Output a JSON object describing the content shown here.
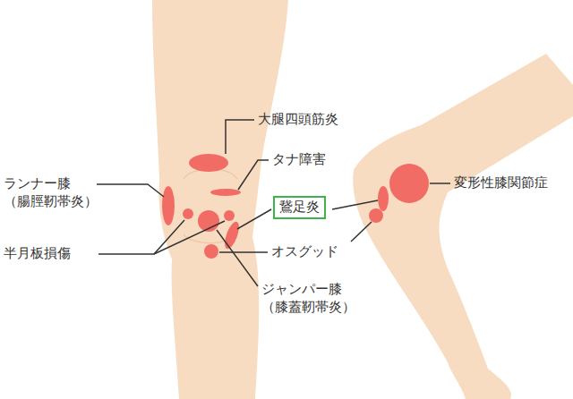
{
  "diagram": {
    "nodes": [
      {
        "text": [
          "鵞足炎"
        ]
      }
    ],
    "labels": [
      "大腿四頭筋炎",
      "タナ障害",
      "ランナー膝 （腸脛靭帯炎）",
      "半月板損傷",
      "オスグッド",
      "ジャンパー膝 （膝蓋靭帯炎）",
      "変形性膝関節症"
    ]
  }
}
